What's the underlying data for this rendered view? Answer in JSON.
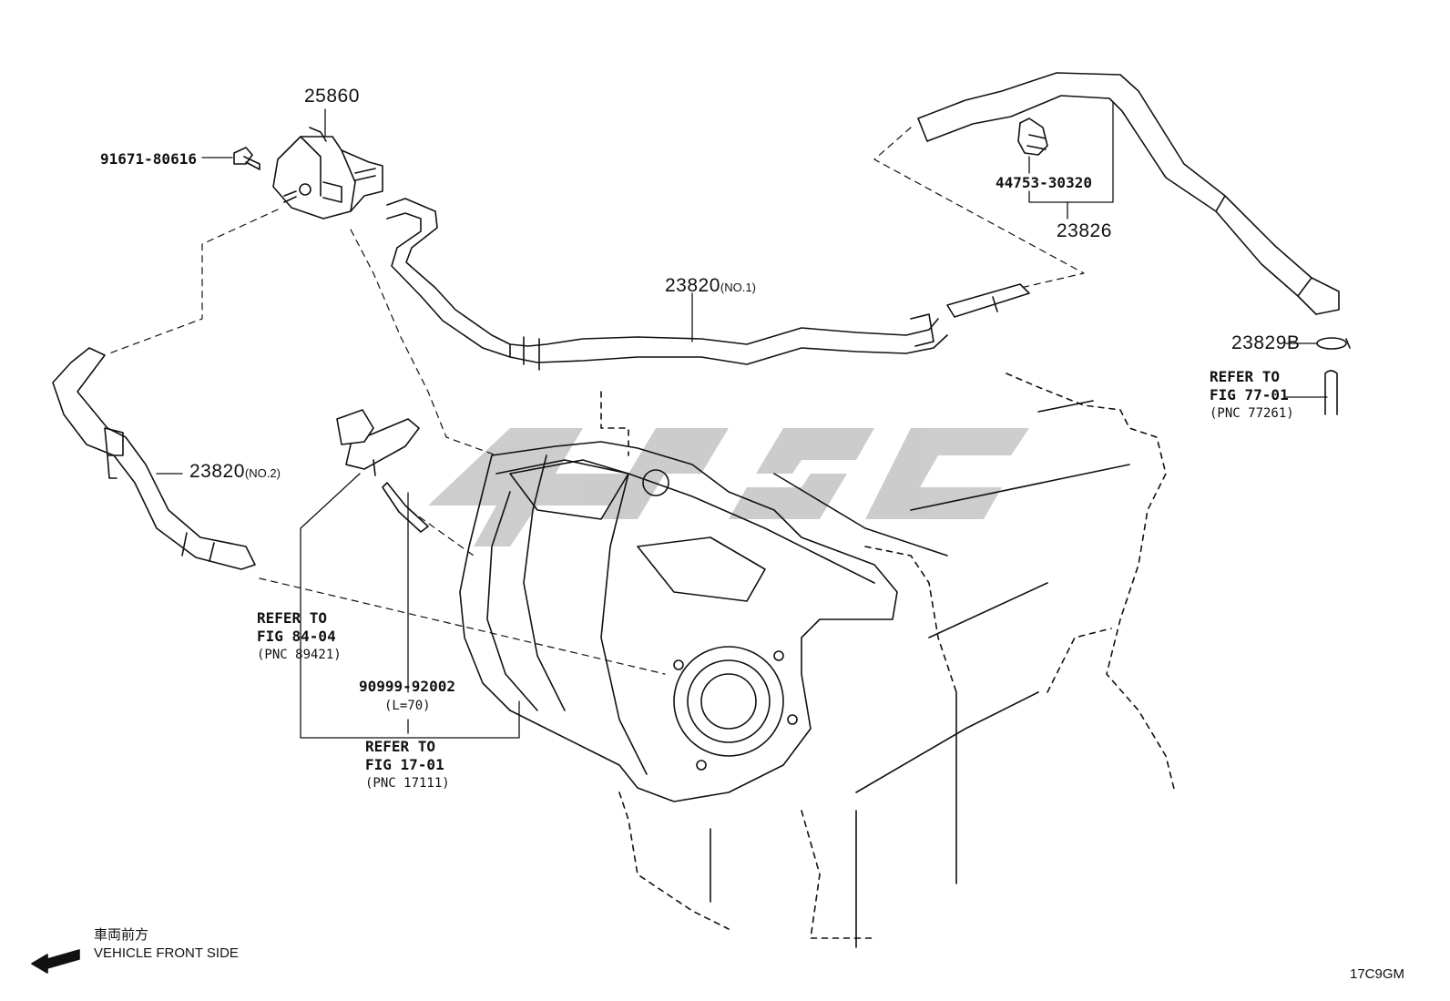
{
  "parts": [
    {
      "number": "25860"
    },
    {
      "number": "91671-80616"
    },
    {
      "number": "44753-30320"
    },
    {
      "number": "23826"
    },
    {
      "number": "23820",
      "suffix": "(NO.1)"
    },
    {
      "number": "23829B"
    },
    {
      "number": "23820",
      "suffix": "(NO.2)"
    },
    {
      "number": "90999-92002",
      "suffix": "(L=70)"
    }
  ],
  "references": [
    {
      "line1": "REFER TO",
      "line2": "FIG 77-01",
      "line3": "(PNC 77261)"
    },
    {
      "line1": "REFER TO",
      "line2": "FIG 84-04",
      "line3": "(PNC 89421)"
    },
    {
      "line1": "REFER TO",
      "line2": "FIG 17-01",
      "line3": "(PNC 17111)"
    }
  ],
  "orientation": {
    "jp": "車両前方",
    "en": "VEHICLE FRONT SIDE",
    "icon": "arrow-left-icon"
  },
  "diagram_code": "17C9GM",
  "colors": {
    "line": "#111111",
    "watermark": "#c4c4c4"
  }
}
